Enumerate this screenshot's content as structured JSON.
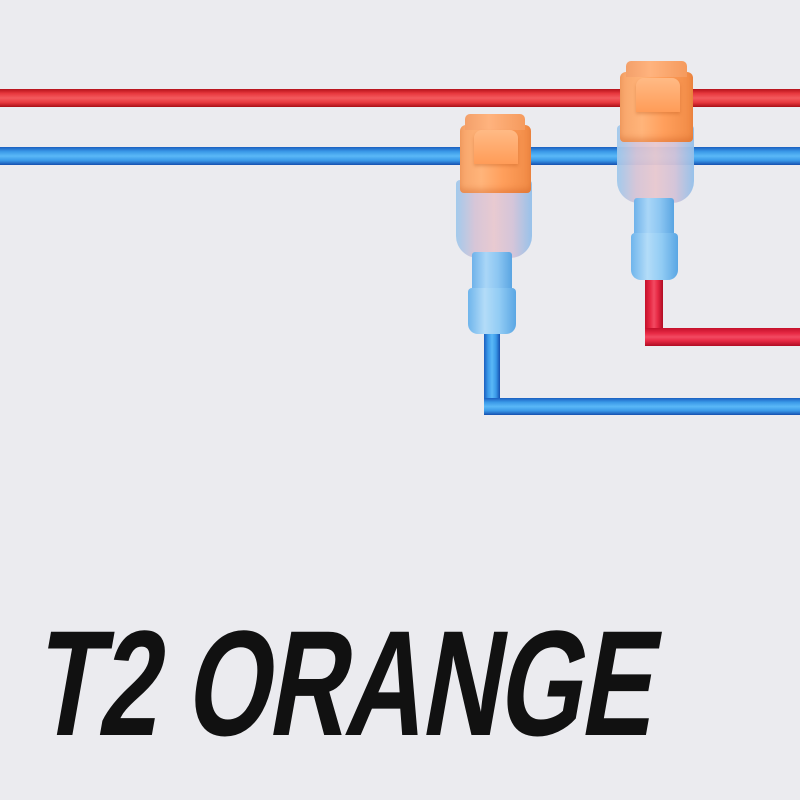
{
  "title": "T2 ORANGE",
  "colors": {
    "background": "#ebebef",
    "red_wire": "#e8383e",
    "blue_wire": "#3a99e8",
    "connector_cap": "#ff9f5c",
    "connector_body": "#a9d6f7",
    "title_text": "#111111"
  },
  "components": {
    "wires": [
      "red-main-wire",
      "blue-main-wire",
      "blue-tap-wire",
      "red-tap-wire"
    ],
    "connectors": [
      {
        "name": "connector-1",
        "cap_color": "orange",
        "tapped_wire": "blue"
      },
      {
        "name": "connector-2",
        "cap_color": "orange",
        "tapped_wire": "red"
      }
    ]
  }
}
